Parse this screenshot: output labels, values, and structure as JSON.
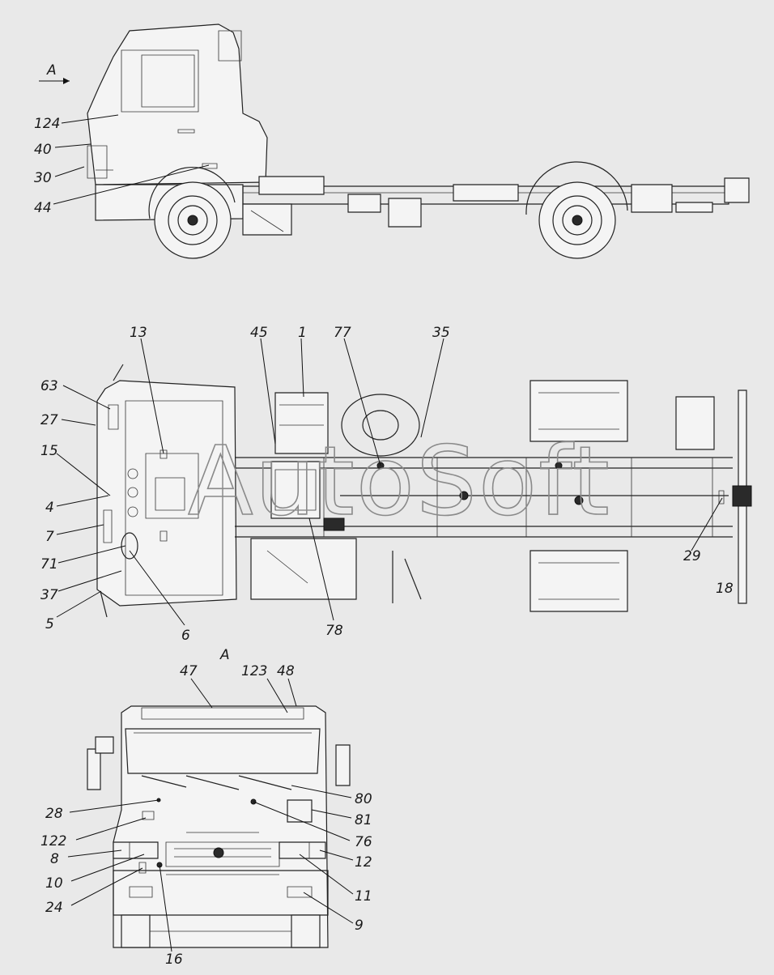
{
  "view_marker": "A",
  "watermark": "AutoSoft",
  "side_view": {
    "callouts": [
      "124",
      "40",
      "30",
      "44"
    ],
    "arrow_label": "A"
  },
  "top_view": {
    "callouts": [
      "13",
      "45",
      "1",
      "77",
      "35",
      "63",
      "27",
      "15",
      "4",
      "7",
      "71",
      "37",
      "5",
      "6",
      "78",
      "29",
      "18"
    ]
  },
  "front_view": {
    "title": "A",
    "callouts": [
      "47",
      "123",
      "48",
      "80",
      "81",
      "28",
      "76",
      "122",
      "8",
      "12",
      "10",
      "11",
      "24",
      "9",
      "16"
    ]
  },
  "colors": {
    "background": "#e9e9e9",
    "line": "#222222"
  }
}
